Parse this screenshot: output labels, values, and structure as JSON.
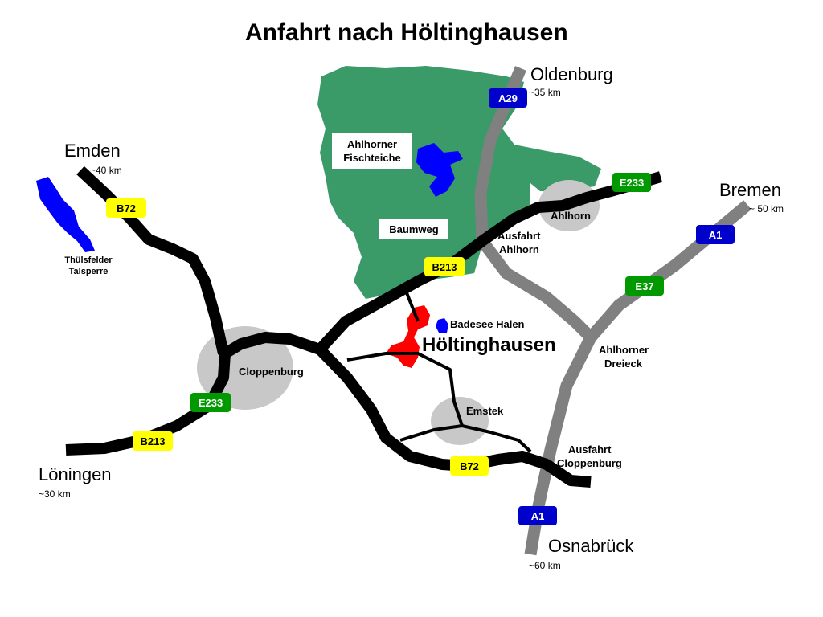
{
  "title": "Anfahrt nach Höltinghausen",
  "colors": {
    "forest": "#3a9a68",
    "water": "#0000ff",
    "town": "#ff0000",
    "town_area": "#c8c8c8",
    "motorway": "#808080",
    "road": "#000000",
    "shield_a": "#0000cc",
    "shield_e": "#009900",
    "shield_b": "#ffff00"
  },
  "destinations": {
    "oldenburg": {
      "name": "Oldenburg",
      "distance": "~35 km"
    },
    "emden": {
      "name": "Emden",
      "distance": "~40 km"
    },
    "bremen": {
      "name": "Bremen",
      "distance": "~ 50 km"
    },
    "loeningen": {
      "name": "Löningen",
      "distance": "~30 km"
    },
    "osnabrueck": {
      "name": "Osnabrück",
      "distance": "~60 km"
    }
  },
  "places": {
    "ahlhorner_fischteiche_1": "Ahlhorner",
    "ahlhorner_fischteiche_2": "Fischteiche",
    "baumweg": "Baumweg",
    "ahlhorn": "Ahlhorn",
    "ausfahrt_ahlhorn_1": "Ausfahrt",
    "ausfahrt_ahlhorn_2": "Ahlhorn",
    "thuelsfelder_1": "Thülsfelder",
    "thuelsfelder_2": "Talsperre",
    "badesee": "Badesee Halen",
    "hoeltinghausen": "Höltinghausen",
    "cloppenburg": "Cloppenburg",
    "ahlhorner_dreieck_1": "Ahlhorner",
    "ahlhorner_dreieck_2": "Dreieck",
    "emstek": "Emstek",
    "ausfahrt_cloppenburg_1": "Ausfahrt",
    "ausfahrt_cloppenburg_2": "Cloppenburg"
  },
  "shields": {
    "a29": "A29",
    "e233_top": "E233",
    "a1_top": "A1",
    "e37": "E37",
    "b72_top": "B72",
    "b213_mid": "B213",
    "e233_left": "E233",
    "b213_left": "B213",
    "b72_bottom": "B72",
    "a1_bottom": "A1"
  }
}
